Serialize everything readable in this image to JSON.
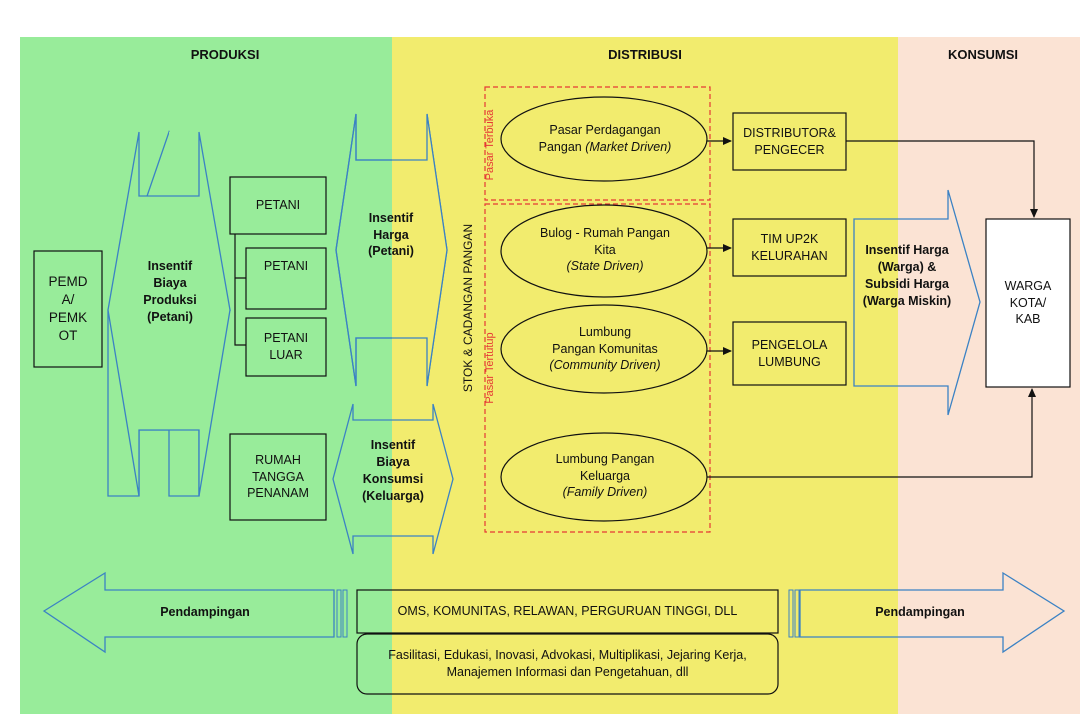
{
  "zones": {
    "produksi": "PRODUKSI",
    "distribusi": "DISTRIBUSI",
    "konsumsi": "KONSUMSI"
  },
  "colors": {
    "produksi_bg": "#98ec9a",
    "distribusi_bg": "#f2ec6e",
    "konsumsi_bg": "#fbe3d4",
    "outline_blue": "#3b82c4",
    "dashed_red": "#e53935"
  },
  "produksi": {
    "pemda": [
      "PEMD",
      "A/",
      "PEMK",
      "OT"
    ],
    "insentif_produksi": [
      "Insentif",
      "Biaya",
      "Produksi",
      "(Petani)"
    ],
    "petani": "PETANI",
    "petani2": "PETANI",
    "petani_luar": [
      "PETANI",
      "LUAR"
    ],
    "rumah_tangga": [
      "RUMAH",
      "TANGGA",
      "PENANAM"
    ]
  },
  "insentif_harga_petani": [
    "Insentif",
    "Harga",
    "(Petani)"
  ],
  "insentif_konsumsi": [
    "Insentif",
    "Biaya",
    "Konsumsi",
    "(Keluarga)"
  ],
  "stok_label": "STOK & CADANGAN PANGAN",
  "pasar_terbuka_label": "Pasar Terbuka",
  "pasar_tertutup_label": "Pasar Tertutup",
  "ellipses": {
    "pasar": [
      "Pasar Perdagangan",
      "Pangan ",
      "(Market Driven)"
    ],
    "bulog": [
      "Bulog - Rumah Pangan",
      "Kita",
      "(State Driven)"
    ],
    "komunitas": [
      "Lumbung",
      "Pangan Komunitas",
      "(Community Driven)"
    ],
    "keluarga": [
      "Lumbung Pangan",
      "Keluarga",
      "(Family Driven)"
    ]
  },
  "boxes": {
    "distributor": [
      "DISTRIBUTOR&",
      "PENGECER"
    ],
    "timup2k": [
      "TIM UP2K",
      "KELURAHAN"
    ],
    "pengelola": [
      "PENGELOLA",
      "LUMBUNG"
    ],
    "warga": [
      "WARGA",
      "KOTA/",
      "KAB"
    ]
  },
  "insentif_harga_warga": [
    "Insentif Harga",
    "(Warga) &",
    "Subsidi Harga",
    "(Warga Miskin)"
  ],
  "bottom": {
    "pendampingan_left": "Pendampingan",
    "pendampingan_right": "Pendampingan",
    "oms": "OMS, KOMUNITAS, RELAWAN, PERGURUAN TINGGI, DLL",
    "fasilitasi": [
      "Fasilitasi, Edukasi, Inovasi, Advokasi, Multiplikasi, Jejaring Kerja,",
      "Manajemen Informasi dan Pengetahuan, dll"
    ]
  }
}
